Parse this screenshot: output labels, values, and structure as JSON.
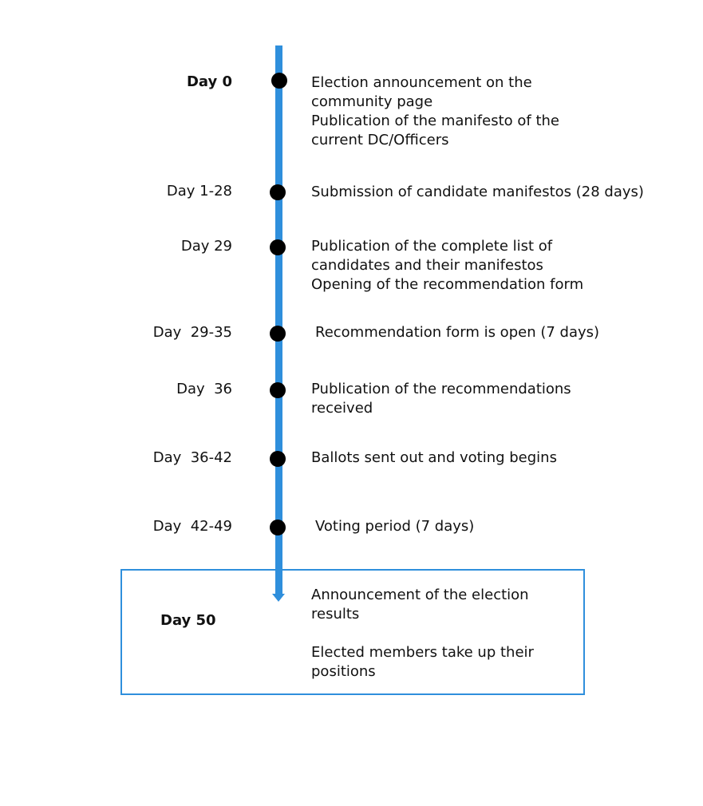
{
  "timeline": {
    "colors": {
      "line": "#2f8fdc",
      "dot": "#000000",
      "box_border": "#2f8fdc"
    },
    "entries": [
      {
        "day": "Day 0",
        "events": [
          "Election announcement on the",
          "community page",
          "Publication of the manifesto of the",
          "current DC/Officers"
        ]
      },
      {
        "day": "Day 1-28",
        "events": [
          "Submission of candidate manifestos (28 days)"
        ]
      },
      {
        "day": "Day 29",
        "events": [
          "Publication of the complete list of",
          "candidates and their manifestos",
          "Opening of the recommendation form"
        ]
      },
      {
        "day": "Day  29-35",
        "events": [
          "Recommendation form is open (7 days)"
        ]
      },
      {
        "day": "Day  36",
        "events": [
          "Publication of the recommendations",
          "received"
        ]
      },
      {
        "day": "Day  36-42",
        "events": [
          "Ballots sent out and voting begins"
        ]
      },
      {
        "day": "Day  42-49",
        "events": [
          "Voting period (7 days)"
        ]
      }
    ],
    "final": {
      "day": "Day 50",
      "events": [
        "Announcement of the election",
        "results",
        "Elected members take up their",
        "positions"
      ]
    }
  }
}
